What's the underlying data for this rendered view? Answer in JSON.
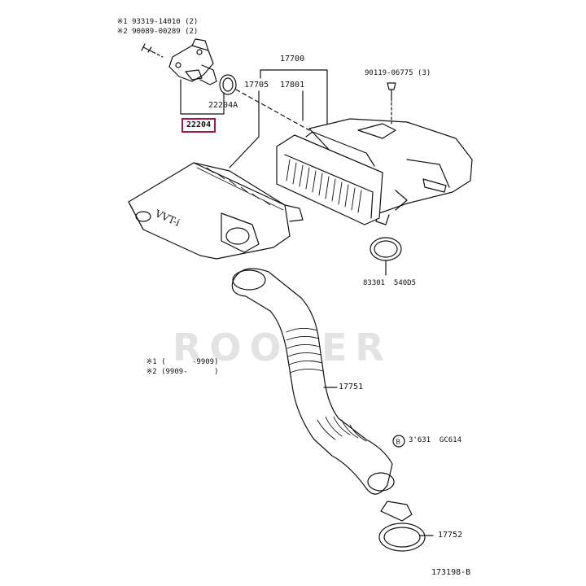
{
  "diagram": {
    "watermark": "ROOLER",
    "figure_number": "173198-B",
    "notes": [
      {
        "mark": "※1",
        "text": "93319-14010 (2)"
      },
      {
        "mark": "※2",
        "text": "90089-00289 (2)"
      }
    ],
    "date_notes": [
      {
        "mark": "※1",
        "text": "(      -9909)"
      },
      {
        "mark": "※2",
        "text": "(9909-      )"
      }
    ],
    "parts": {
      "sensor": "22204",
      "sensor_gasket": "22204A",
      "air_cleaner_assy": "17700",
      "cap_sub_assy": "17705",
      "element": "17801",
      "clip_bolt": "90119-06775 (3)",
      "gasket_ring": "83301  540D5",
      "hose": "17751",
      "hose_clamp_bolt": "3'631  GC614",
      "clamp": "17752"
    },
    "cap_emblem": "VVT-i",
    "accent_color": "#a0174f"
  }
}
